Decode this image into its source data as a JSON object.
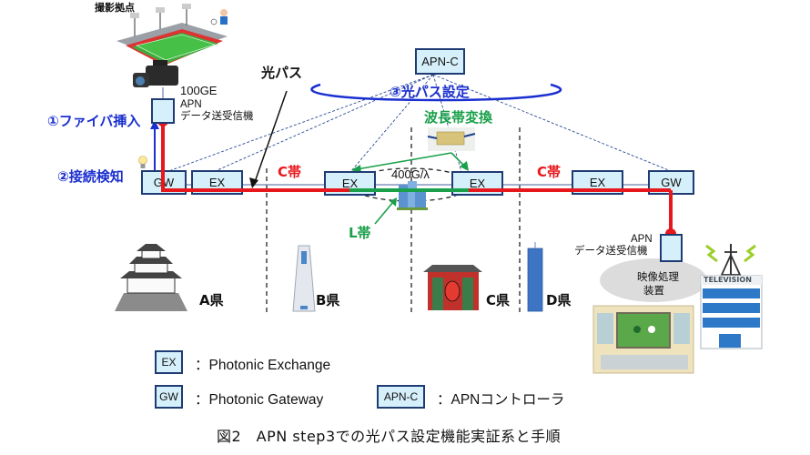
{
  "figure": {
    "caption": "図2　APN step3での光パス設定機能実証系と手順"
  },
  "labels": {
    "shooting_site": "撮影拠点",
    "camera_rate": "100GE",
    "apn_tx_left_line1": "APN",
    "apn_tx_left_line2": "データ送受信機",
    "apn_tx_right_line1": "APN",
    "apn_tx_right_line2": "データ送受信機",
    "optical_path": "光パス",
    "step1": "①ファイバ挿入",
    "step2": "②接続検知",
    "step3": "③光パス設定",
    "wavelength_conversion": "波長帯変換",
    "c_band_left": "C帯",
    "c_band_right": "C帯",
    "l_band": "L帯",
    "rate": "400G/λ",
    "video_processing_line1": "映像処理",
    "video_processing_line2": "装置",
    "television": "TELEVISION"
  },
  "nodes": {
    "apn_c": "APN-C",
    "gw_left": "GW",
    "ex_a": "EX",
    "ex_b": "EX",
    "ex_c": "EX",
    "ex_d": "EX",
    "gw_right": "GW"
  },
  "prefectures": [
    "A県",
    "B県",
    "C県",
    "D県"
  ],
  "legend": [
    {
      "box": "EX",
      "text": "：Photonic Exchange"
    },
    {
      "box": "GW",
      "text": "：Photonic Gateway"
    },
    {
      "box": "APN-C",
      "text": "：APNコントローラ"
    }
  ],
  "colors": {
    "node_fill": "#d6f0fb",
    "node_border": "#1f3b73",
    "optical_path": "#e8171c",
    "l_band_path": "#1aa04a",
    "step_text": "#1a2fd0"
  }
}
